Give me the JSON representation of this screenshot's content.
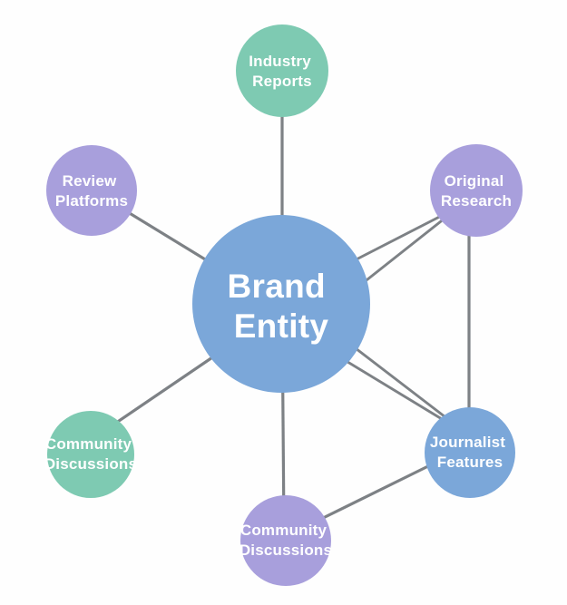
{
  "diagram": {
    "type": "hub-and-spoke",
    "background_color": "#fefefe",
    "edge_color": "#7d8185",
    "label_color": "#ffffff",
    "nodes": {
      "brand_entity": {
        "label": "Brand Entity",
        "line1": "Brand",
        "line2": "Entity",
        "role": "center-hub",
        "color": "#7ba7d9"
      },
      "industry_reports": {
        "label": "Industry Reports",
        "line1": "Industry",
        "line2": "Reports",
        "role": "satellite-top",
        "color": "#7ecab2"
      },
      "review_platforms": {
        "label": "Review Platforms",
        "line1": "Review",
        "line2": "Platforms",
        "role": "satellite-upper-left",
        "color": "#a89fdc"
      },
      "original_research": {
        "label": "Original Research",
        "line1": "Original",
        "line2": "Research",
        "role": "satellite-upper-right",
        "color": "#a89fdc"
      },
      "community_discussions_left": {
        "label": "Community Discussions",
        "line1": "Community",
        "line2": "Discussions",
        "role": "satellite-lower-left",
        "color": "#7ecab2"
      },
      "journalist_features": {
        "label": "Journalist Features",
        "line1": "Journalist",
        "line2": "Features",
        "role": "satellite-lower-right",
        "color": "#7ba7d9"
      },
      "community_discussions_bottom": {
        "label": "Community Discussions",
        "line1": "Community",
        "line2": "Discussions",
        "role": "satellite-bottom",
        "color": "#a89fdc"
      }
    },
    "edges": [
      {
        "from": "industry_reports",
        "to": "brand_entity",
        "style": "single"
      },
      {
        "from": "review_platforms",
        "to": "brand_entity",
        "style": "single"
      },
      {
        "from": "community_discussions_left",
        "to": "brand_entity",
        "style": "single"
      },
      {
        "from": "brand_entity",
        "to": "community_discussions_bottom",
        "style": "single"
      },
      {
        "from": "original_research",
        "to": "brand_entity",
        "style": "double"
      },
      {
        "from": "journalist_features",
        "to": "brand_entity",
        "style": "double"
      },
      {
        "from": "original_research",
        "to": "journalist_features",
        "style": "single"
      },
      {
        "from": "journalist_features",
        "to": "community_discussions_bottom",
        "style": "single"
      }
    ]
  }
}
